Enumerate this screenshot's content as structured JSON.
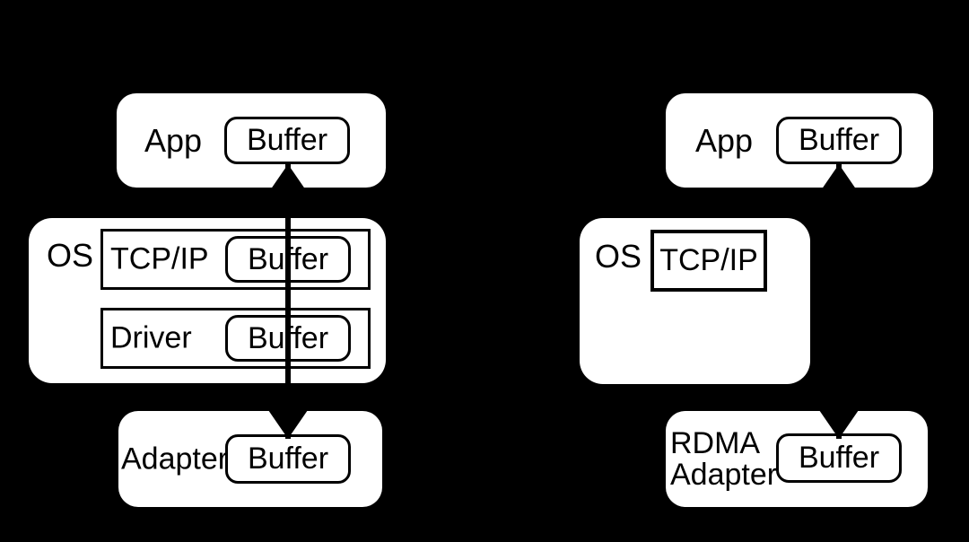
{
  "colors": {
    "background": "#000000",
    "box_fill": "#ffffff",
    "stroke": "#000000",
    "text": "#000000"
  },
  "icons": {
    "arrow_up_head": "triangle-up",
    "arrow_down_head": "triangle-down"
  },
  "left_stack": {
    "app": {
      "label": "App",
      "buffer_label": "Buffer"
    },
    "os": {
      "label": "OS",
      "layers": [
        {
          "label": "TCP/IP",
          "buffer_label": "Buffer"
        },
        {
          "label": "Driver",
          "buffer_label": "Buffer"
        }
      ]
    },
    "adapter": {
      "label": "Adapter",
      "buffer_label": "Buffer"
    }
  },
  "right_stack": {
    "app": {
      "label": "App",
      "buffer_label": "Buffer"
    },
    "os": {
      "label": "OS",
      "layers": [
        {
          "label": "TCP/IP"
        }
      ]
    },
    "adapter": {
      "label": "RDMA Adapter",
      "buffer_label": "Buffer"
    }
  }
}
